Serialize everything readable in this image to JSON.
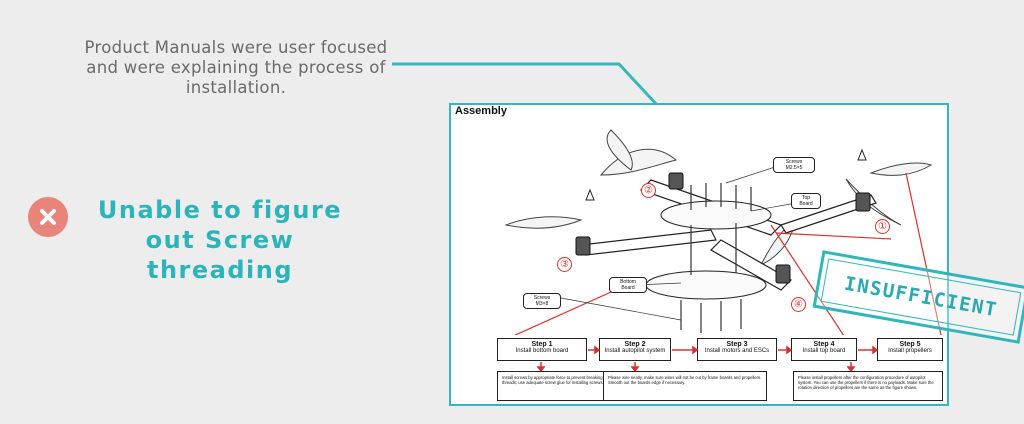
{
  "caption": "Product Manuals were user focused and were explaining the process of installation.",
  "finding": {
    "text": "Unable to figure out Screw threading",
    "icon": "close-x-icon",
    "text_color": "#2bb4b9",
    "icon_color": "#e8847a"
  },
  "manual": {
    "title": "Assembly",
    "labels": {
      "screws_top": "Screws M2.5×5",
      "top_board": "Top Board",
      "bottom_board": "Bottom Board",
      "screws_bottom": "Screws M3×8"
    },
    "numbers": [
      "①",
      "②",
      "③",
      "④"
    ],
    "steps": [
      {
        "title": "Step 1",
        "desc": "Install bottom board"
      },
      {
        "title": "Step 2",
        "desc": "Install autopilot system"
      },
      {
        "title": "Step 3",
        "desc": "Install motors and ESCs"
      },
      {
        "title": "Step 4",
        "desc": "Install top board"
      },
      {
        "title": "Step 5",
        "desc": "Install propellers"
      }
    ],
    "notes": [
      "Install screws by appropriate force to prevent breaking threads; use adequate screw glue for installing screws.",
      "Please wire neatly, make sure wires will not be cut by frame boards and propellers. Smooth out the boards edge if necessary.",
      "Please install propellers after the configuration procedure of autopilot system. You can use the propellers if there is no payloads. Make sure the rotation direction of propellers are the same as the figure shows."
    ]
  },
  "stamp": "INSUFFICIENT",
  "accent_color": "#35b7bb"
}
